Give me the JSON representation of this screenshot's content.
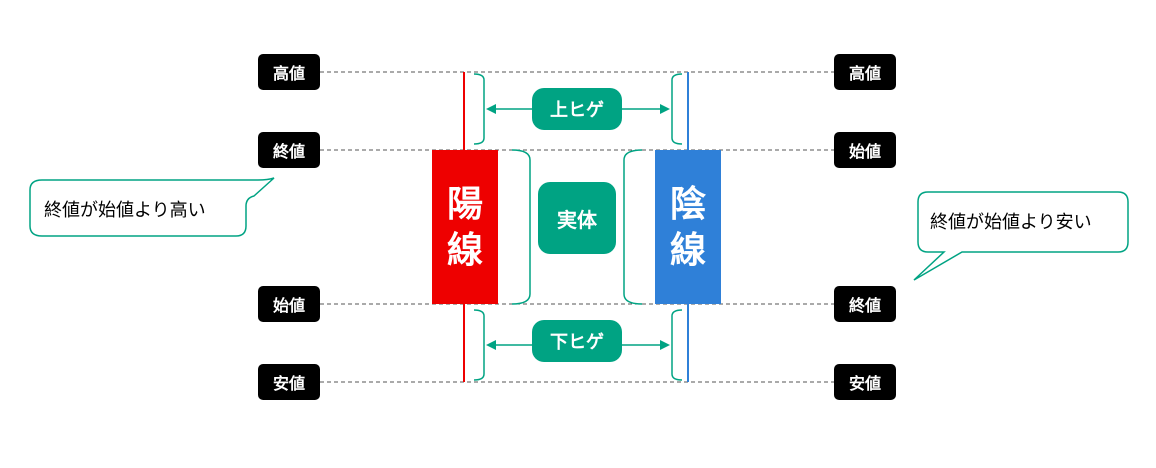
{
  "labels": {
    "left_high": "高値",
    "left_close": "終値",
    "left_open": "始値",
    "left_low": "安値",
    "right_high": "高値",
    "right_open": "始値",
    "right_close": "終値",
    "right_low": "安値"
  },
  "upper_shadow_label": "上ヒゲ",
  "lower_shadow_label": "下ヒゲ",
  "body_label": "実体",
  "bullish": {
    "line1": "陽",
    "line2": "線",
    "color": "#ee0000"
  },
  "bearish": {
    "line1": "陰",
    "line2": "線",
    "color": "#2f80d8"
  },
  "callout_left": "終値が始値より高い",
  "callout_right": "終値が始値より安い",
  "colors": {
    "accent": "#00a383",
    "tag_bg": "#000000"
  }
}
